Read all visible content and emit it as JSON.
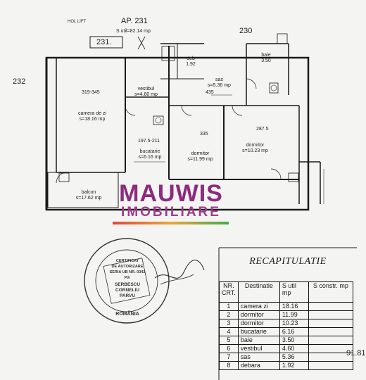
{
  "plan": {
    "header_lift": "HOL LIFT",
    "apartment_title": "AP. 231",
    "useful_area": "S util=82.14 mp",
    "neighbor_top": "230",
    "neighbor_left": "232",
    "apartment_box": "231."
  },
  "rooms": [
    {
      "name": "camera de zi",
      "area": "s=18.16 mp"
    },
    {
      "name": "vestibul",
      "area": "s=4.60 mp"
    },
    {
      "name": "sas",
      "area": "s=5.36 mp"
    },
    {
      "name": "baie",
      "area": "3.50"
    },
    {
      "name": "deb",
      "area": "1.92"
    },
    {
      "name": "bucatarie",
      "area": "s=6.16 mp"
    },
    {
      "name": "dormitor",
      "area": "s=11.99 mp"
    },
    {
      "name": "dormitor",
      "area": "s=10.23 mp"
    },
    {
      "name": "balcon",
      "area": "s=17.62 mp"
    }
  ],
  "dims": [
    "319-345",
    "435",
    "335",
    "287.5",
    "197.5-211"
  ],
  "logo": {
    "brand": "MAUWIS",
    "sub": "IMOBILIARE"
  },
  "stamp": {
    "line1": "CERTIFICAT",
    "line2": "DE AUTORIZARE",
    "line3": "SERIA UB NR. 0342",
    "line4": "P.F.",
    "line5": "SERBESCU",
    "line6": "CORNELIU",
    "line7": "PARVU",
    "country": "ROMÂNIA"
  },
  "recap": {
    "title": "RECAPITULATIE",
    "headers": [
      "NR. CRT.",
      "Destinatie",
      "S util mp",
      "S constr. mp"
    ],
    "rows": [
      [
        "1",
        "camera zi",
        "18.16"
      ],
      [
        "2",
        "dormitor",
        "11.99"
      ],
      [
        "3",
        "dormitor",
        "10.23"
      ],
      [
        "4",
        "bucatarie",
        "6.16"
      ],
      [
        "5",
        "baie",
        "3.50"
      ],
      [
        "6",
        "vestibul",
        "4.60"
      ],
      [
        "7",
        "sas",
        "5.36"
      ],
      [
        "8",
        "debara",
        "1.92"
      ]
    ],
    "s_constr": "91.81"
  }
}
